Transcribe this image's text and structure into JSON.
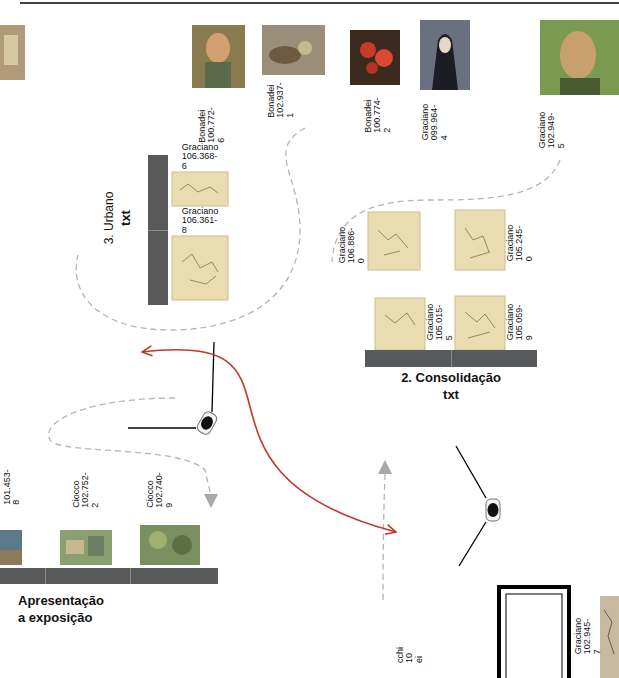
{
  "diagram": {
    "nodes": [
      {
        "text": [
          "3. Urbano",
          "txt"
        ]
      },
      {
        "text": [
          "2. Consolidação",
          "txt"
        ]
      },
      {
        "text": [
          "Apresentação a exposição"
        ]
      }
    ],
    "labels": [
      "Bonadei 100.772-6",
      "Bonadei 102.937-1",
      "Bonadei 100.774-2",
      "Graciano 099.964-4",
      "Graciano 102.949-5",
      "Graciano 106.368-6",
      "Graciano 106.361-8",
      "Graciano 106.886-0",
      "Graciano 105.245-0",
      "Graciano 105.015-5",
      "Graciano 105.059-9",
      "101.453-8",
      "Ciocco 102.752-2",
      "Ciocco 102.740-9",
      "Graciano 102.945-7",
      "cchi 10 ei"
    ]
  }
}
